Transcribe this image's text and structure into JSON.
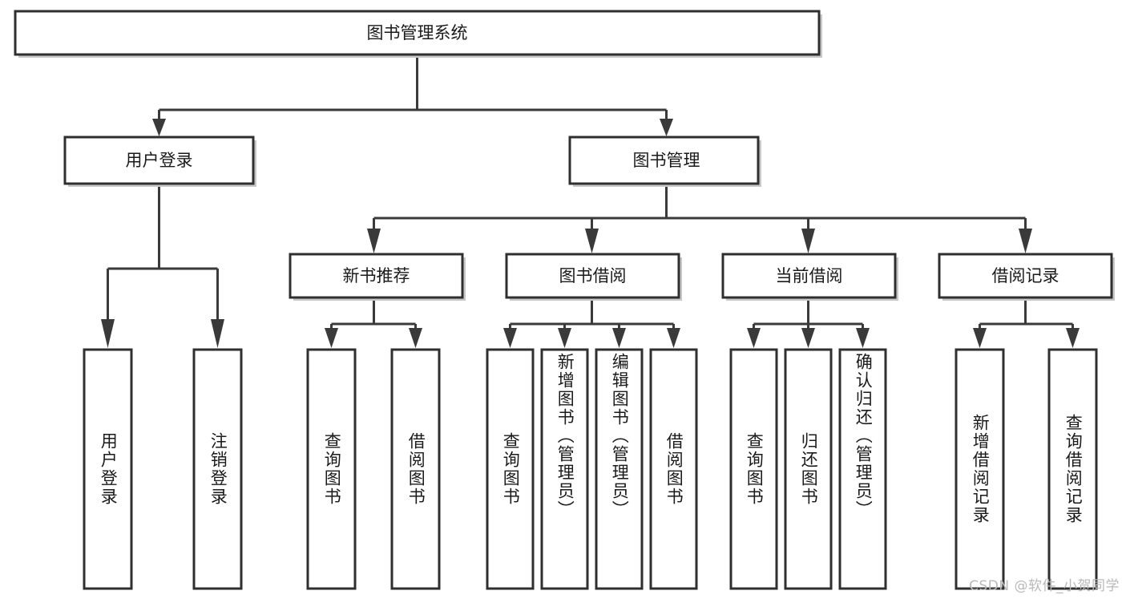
{
  "diagram": {
    "title": "图书管理系统",
    "type": "tree-hierarchy-diagram",
    "colors": {
      "box_stroke": "#2f2f2f",
      "box_fill": "#ffffff",
      "connector": "#3a3a3a",
      "text": "#1a1a1a",
      "watermark": "#b9b9b9",
      "background": "#ffffff"
    },
    "root": {
      "label": "图书管理系统"
    },
    "level2": [
      {
        "label": "用户登录"
      },
      {
        "label": "图书管理"
      }
    ],
    "level3": [
      {
        "label": "新书推荐"
      },
      {
        "label": "图书借阅"
      },
      {
        "label": "当前借阅"
      },
      {
        "label": "借阅记录"
      }
    ],
    "leaves": {
      "user_login": [
        {
          "label": "用户登录"
        },
        {
          "label": "注销登录"
        }
      ],
      "new_book_recommend": [
        {
          "label": "查询图书"
        },
        {
          "label": "借阅图书"
        }
      ],
      "book_borrow": [
        {
          "label": "查询图书"
        },
        {
          "label": "新增图书（管理员）"
        },
        {
          "label": "编辑图书（管理员）"
        },
        {
          "label": "借阅图书"
        }
      ],
      "current_borrow": [
        {
          "label": "查询图书"
        },
        {
          "label": "归还图书"
        },
        {
          "label": "确认归还（管理员）"
        }
      ],
      "borrow_record": [
        {
          "label": "新增借阅记录"
        },
        {
          "label": "查询借阅记录"
        }
      ]
    },
    "watermark": "CSDN @软件_小贺同学"
  }
}
